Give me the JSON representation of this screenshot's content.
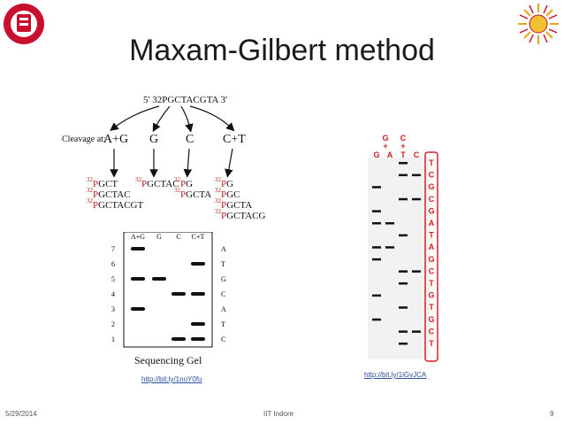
{
  "slide": {
    "title": "Maxam-Gilbert method",
    "footer": {
      "date": "5/29/2014",
      "center": "IIT Indore",
      "page": "9"
    }
  },
  "diagram": {
    "start_sequence": "5' 32PGCTACGTA 3'",
    "cleavage_label": "Cleavage at:",
    "cleavages": [
      "A+G",
      "G",
      "C",
      "C+T"
    ],
    "fragments": {
      "ag": [
        "GCT",
        "GCTAC",
        "GCTACGT"
      ],
      "g": [
        "GCTAC"
      ],
      "c": [
        "G",
        "GCTA"
      ],
      "ct": [
        "G",
        "GC",
        "GCTA",
        "GCTACG"
      ]
    },
    "isotope_mass": "32",
    "isotope_letter": "P",
    "gel": {
      "lane_labels": [
        "A+G",
        "G",
        "C",
        "C+T"
      ],
      "row_numbers": [
        "7",
        "6",
        "5",
        "4",
        "3",
        "2",
        "1"
      ],
      "bases": [
        "A",
        "T",
        "G",
        "C",
        "A",
        "T",
        "C"
      ],
      "bands": [
        {
          "row": 7,
          "lanes": [
            "A+G"
          ]
        },
        {
          "row": 6,
          "lanes": [
            "C+T"
          ]
        },
        {
          "row": 5,
          "lanes": [
            "A+G",
            "G"
          ]
        },
        {
          "row": 4,
          "lanes": [
            "C",
            "C+T"
          ]
        },
        {
          "row": 3,
          "lanes": [
            "A+G"
          ]
        },
        {
          "row": 2,
          "lanes": [
            "C+T"
          ]
        },
        {
          "row": 1,
          "lanes": [
            "C",
            "C+T"
          ]
        }
      ],
      "caption": "Sequencing Gel"
    },
    "left_url": "http://bit.ly/1noY0fu"
  },
  "gel_photo": {
    "header_top": [
      "G",
      "C"
    ],
    "header_mid": [
      "+",
      "+"
    ],
    "lane_labels": [
      "G",
      "A",
      "T",
      "C"
    ],
    "read_sequence": [
      "T",
      "C",
      "G",
      "C",
      "G",
      "A",
      "T",
      "A",
      "G",
      "C",
      "T",
      "G",
      "T",
      "G",
      "C",
      "T"
    ],
    "url": "http://bit.ly/1lGvJCA",
    "colors": {
      "read_box": "#d62020",
      "bands": "#111111",
      "background": "#f2f2f2"
    }
  }
}
